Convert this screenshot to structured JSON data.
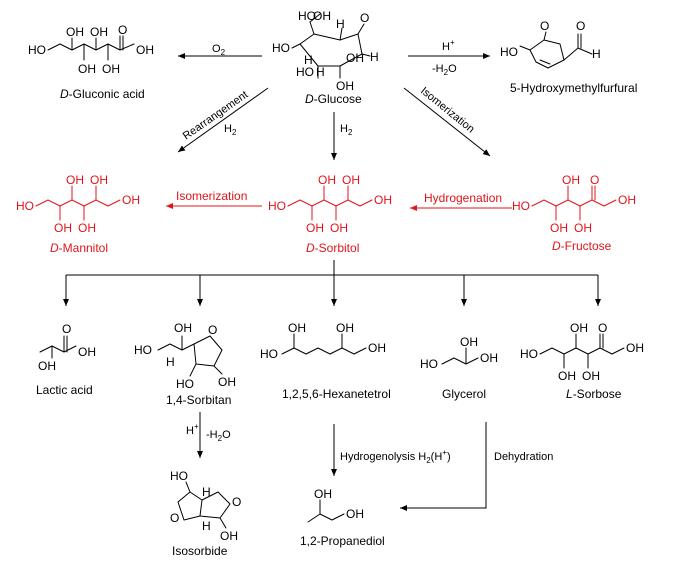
{
  "atoms": {
    "ho": "HO",
    "oh": "OH",
    "o": "O",
    "h": "H",
    "h2o_h": "-H",
    "h2o_o": "O",
    "h_sup": "+",
    "two": "2"
  },
  "compounds": {
    "gluconic_prefix": "D",
    "gluconic_rest": "-Gluconic acid",
    "glucose_prefix": "D",
    "glucose_rest": "-Glucose",
    "hmf": "5-Hydroxymethylfurfural",
    "mannitol_prefix": "D",
    "mannitol_rest": "-Mannitol",
    "sorbitol_prefix": "D",
    "sorbitol_rest": "-Sorbitol",
    "fructose_prefix": "D",
    "fructose_rest": "-Fructose",
    "lactic": "Lactic acid",
    "sorbitan": "1,4-Sorbitan",
    "hexanetetrol": "1,2,5,6-Hexanetetrol",
    "glycerol": "Glycerol",
    "sorbose_prefix": "L",
    "sorbose_rest": "-Sorbose",
    "isosorbide": "Isosorbide",
    "propanediol": "1,2-Propanediol"
  },
  "conditions": {
    "o2": "O",
    "rearrangement": "Rearrangement",
    "h2": "H",
    "isomerization": "Isomerization",
    "isomerization_red": "Isomerization",
    "hydrogenation": "Hydrogenation",
    "hplus": "H",
    "minus_h2o": "-H",
    "hydrogenolysis": "Hydrogenolysis H",
    "hydrogenolysis_tail": "(H",
    "hydrogenolysis_close": ")",
    "dehydration": "Dehydration"
  },
  "colors": {
    "product_red": "#e0151b",
    "ink": "#000000"
  }
}
